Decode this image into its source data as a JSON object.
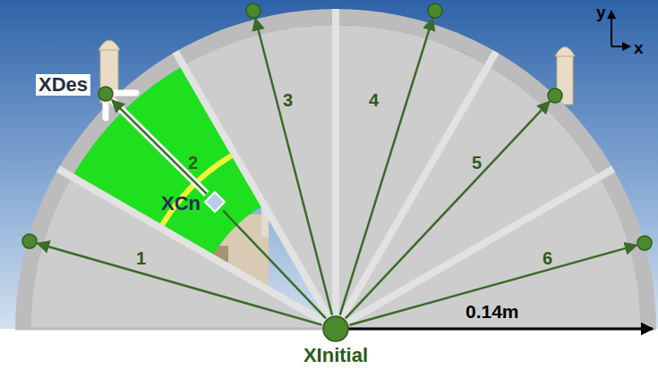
{
  "diagram": {
    "nodes": [
      {
        "text": [
          "XDes"
        ]
      },
      {
        "text": [
          "XCn"
        ]
      },
      {
        "text": [
          "XInitial"
        ]
      }
    ],
    "edges": [
      {
        "from": 2,
        "to": 1,
        "arrow": "none"
      },
      {
        "from": 1,
        "to": 0,
        "arrow": "to"
      }
    ],
    "labels": [
      "1",
      "2",
      "3",
      "4",
      "5",
      "6",
      "0.14m",
      "y",
      "x"
    ]
  }
}
